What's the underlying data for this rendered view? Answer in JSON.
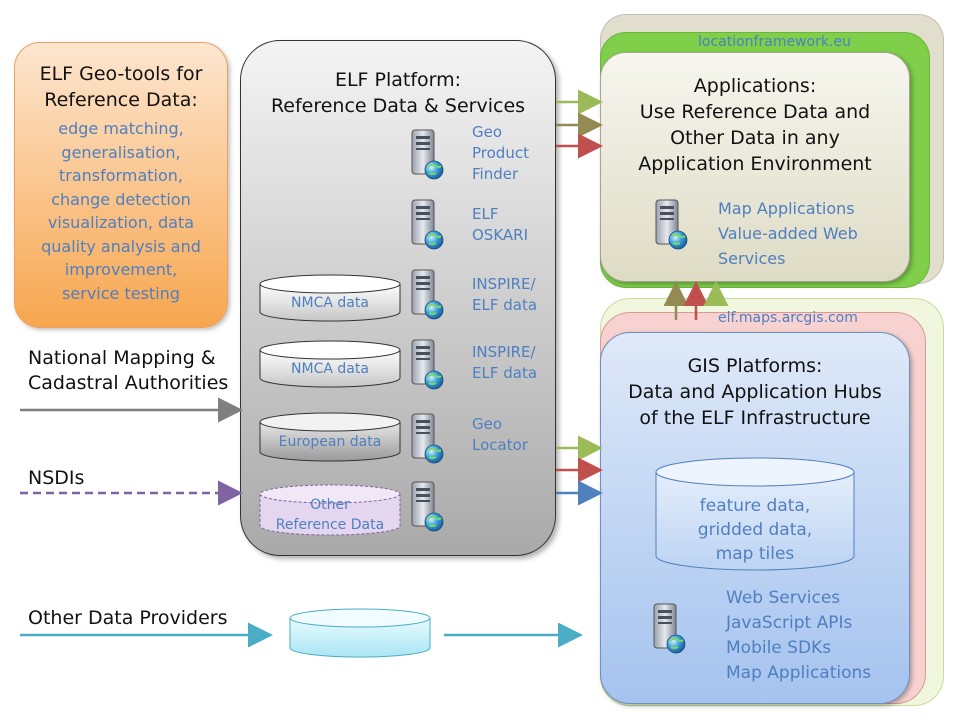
{
  "tools": {
    "title_lines": [
      "ELF Geo-tools for",
      "Reference Data:"
    ],
    "items": [
      "edge matching,",
      "generalisation,",
      "transformation,",
      "change detection",
      "visualization, data",
      "quality analysis and",
      "improvement,",
      "service testing"
    ]
  },
  "platform": {
    "title_lines": [
      "ELF Platform:",
      "Reference Data & Services"
    ],
    "services": [
      {
        "lines": [
          "Geo",
          "Product",
          "Finder"
        ]
      },
      {
        "lines": [
          "ELF",
          "OSKARI"
        ]
      },
      {
        "lines": [
          "INSPIRE/",
          "ELF data"
        ]
      },
      {
        "lines": [
          "INSPIRE/",
          "ELF data"
        ]
      },
      {
        "lines": [
          "Geo",
          "Locator"
        ]
      }
    ],
    "datasets": [
      "NMCA data",
      "NMCA data",
      "European data"
    ],
    "other_ref": [
      "Other",
      "Reference Data"
    ]
  },
  "sources": {
    "nmca_lines": [
      "National Mapping &",
      "Cadastral Authorities"
    ],
    "nsdi": "NSDIs",
    "other_providers": "Other Data Providers"
  },
  "apps": {
    "url": "locationframework.eu",
    "title_lines": [
      "Applications:",
      "Use Reference Data and",
      "Other Data in any",
      "Application Environment"
    ],
    "items": [
      "Map Applications",
      "Value-added Web",
      "Services"
    ]
  },
  "gis": {
    "url": "elf.maps.arcgis.com",
    "title_lines": [
      "GIS Platforms:",
      "Data and Application Hubs",
      "of the ELF Infrastructure"
    ],
    "store_lines": [
      "feature data,",
      "gridded data,",
      "map tiles"
    ],
    "items": [
      "Web Services",
      "JavaScript APIs",
      "Mobile SDKs",
      "Map Applications"
    ]
  },
  "colors": {
    "green_arrow": "#9bbb59",
    "olive_arrow": "#948a54",
    "red_arrow": "#c0504d",
    "blue_arrow": "#4f81bd",
    "gray_arrow": "#7f7f7f",
    "purple_arrow": "#8064a2",
    "teal_arrow": "#4bacc6",
    "label_blue": "#4f7fc0"
  }
}
